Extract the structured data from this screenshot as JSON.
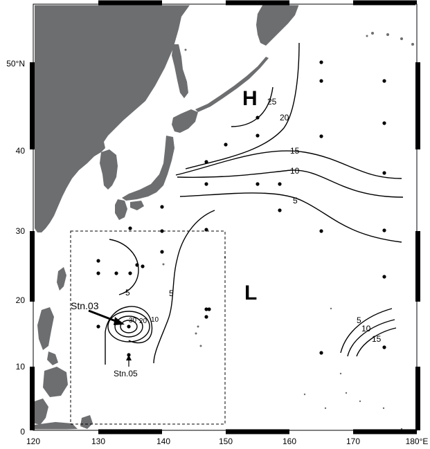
{
  "map": {
    "lat_labels": [
      "50°N",
      "40",
      "30",
      "20",
      "10",
      "0"
    ],
    "lon_labels": [
      "120",
      "130",
      "140",
      "150",
      "160",
      "170",
      "180°E"
    ],
    "pressure": {
      "high": "H",
      "low": "L"
    },
    "contours_north": [
      "25",
      "20",
      "15",
      "10",
      "5"
    ],
    "contour_west": "5",
    "contour_mid": "5",
    "contours_southeast": [
      "5",
      "10",
      "15"
    ],
    "eddy_labels": [
      "30",
      "20",
      "10"
    ],
    "stations": {
      "stn03": "Stn.03",
      "stn05": "Stn.05"
    },
    "colors": {
      "land": "#6d6e70",
      "contour": "#000000",
      "frame": "#000000"
    }
  }
}
